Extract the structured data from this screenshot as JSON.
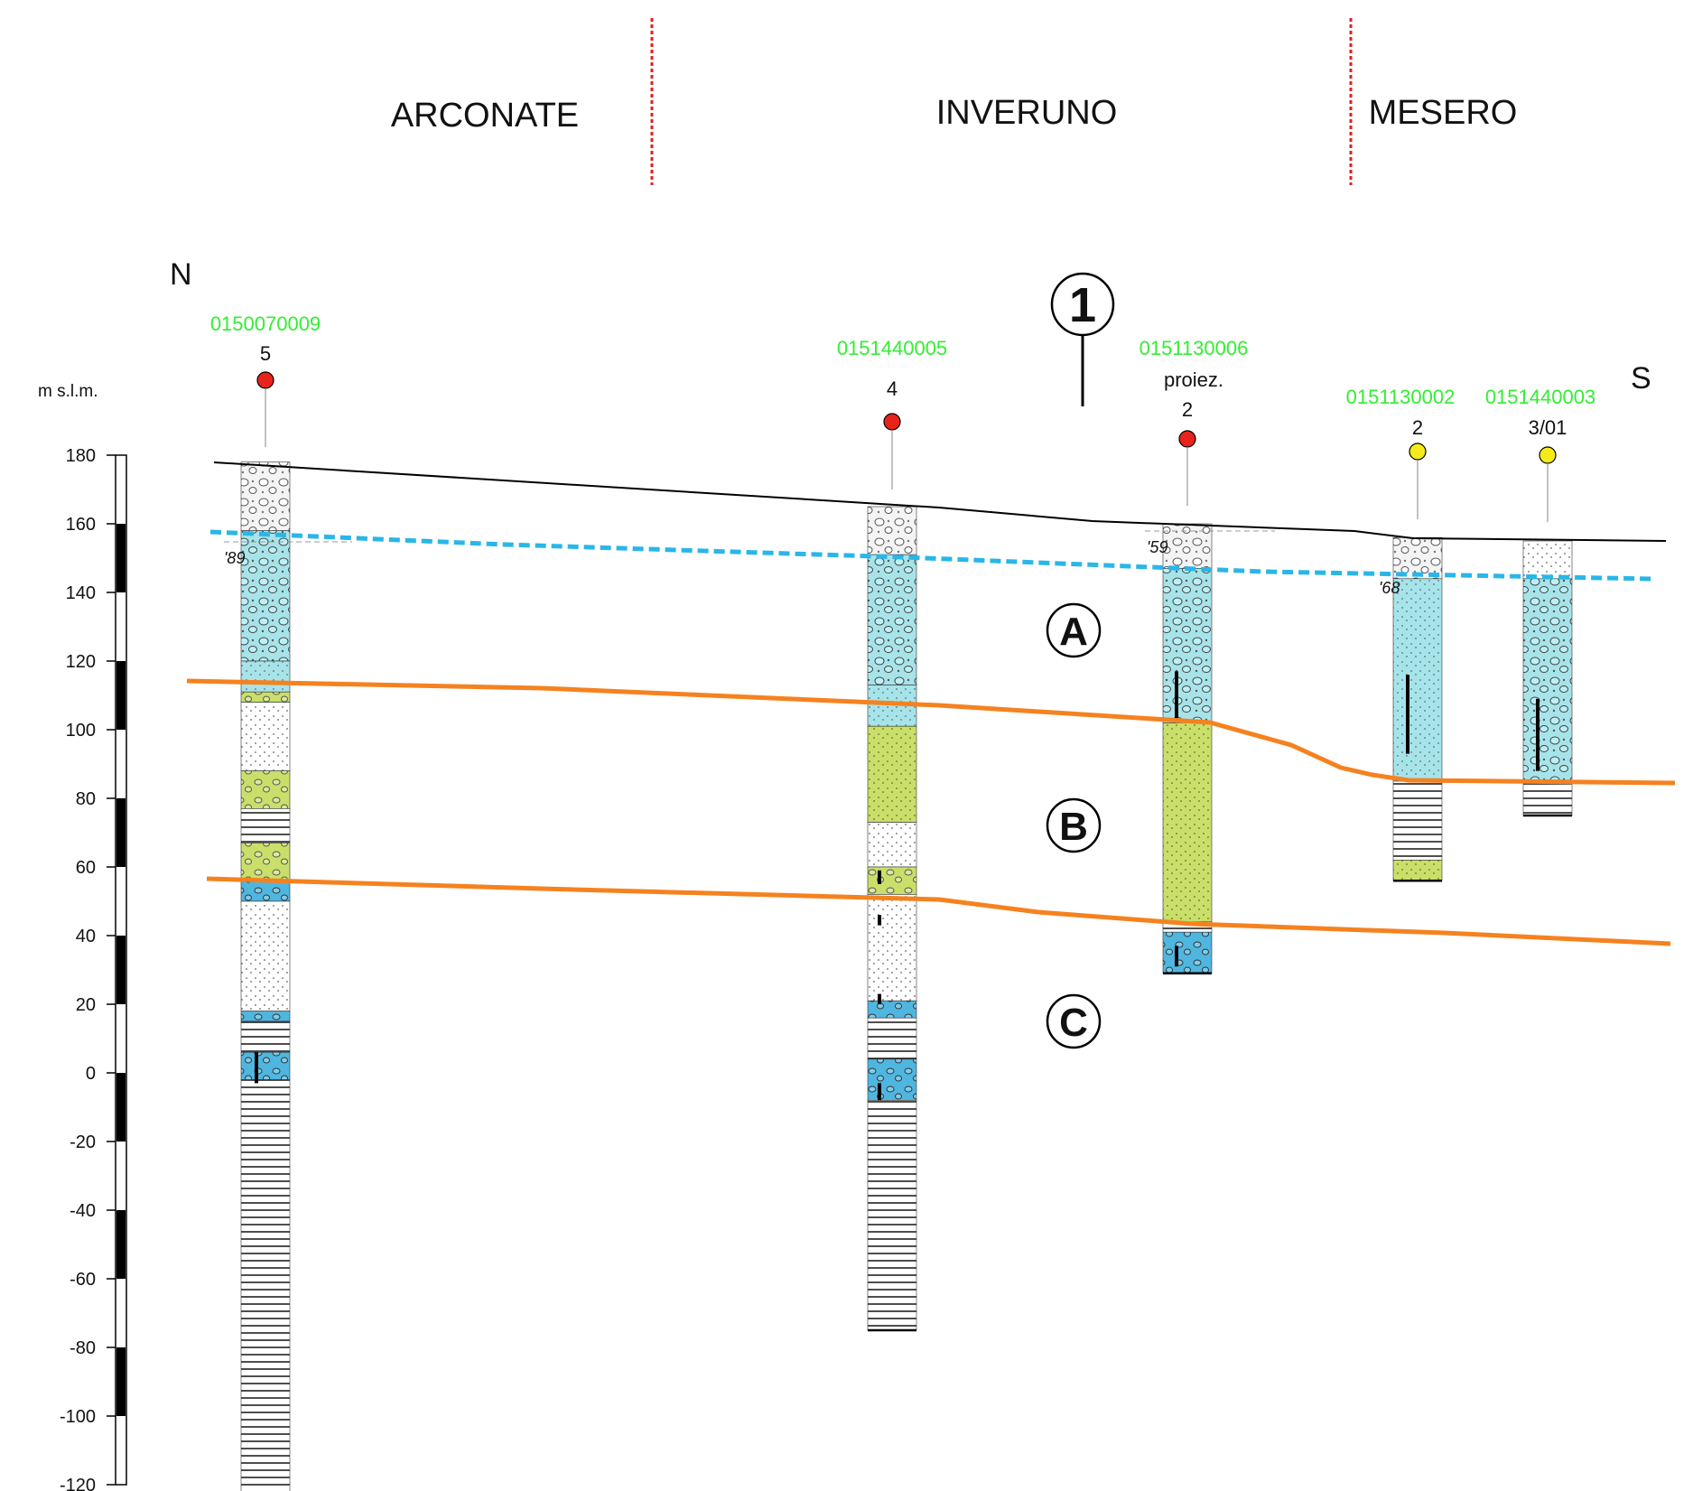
{
  "towns": [
    "ARCONATE",
    "INVERUNO",
    "MESERO"
  ],
  "direction": {
    "north": "N",
    "south": "S"
  },
  "section_number": "1",
  "axis": {
    "unit": "m s.l.m.",
    "ticks": [
      "180",
      "160",
      "140",
      "120",
      "100",
      "80",
      "60",
      "40",
      "20",
      "0",
      "-20",
      "-40",
      "-60",
      "-80",
      "-100",
      "-120"
    ]
  },
  "wells": [
    {
      "code": "0150070009",
      "num": "5",
      "marker": "#e8231c",
      "year": "'89"
    },
    {
      "code": "0151440005",
      "num": "4",
      "marker": "#e8231c",
      "year": ""
    },
    {
      "code": "0151130006",
      "num": "2",
      "note": "proiez.",
      "marker": "#e8231c",
      "year": "'59"
    },
    {
      "code": "0151130002",
      "num": "2",
      "marker": "#f7ea1b",
      "year": "'68"
    },
    {
      "code": "0151440003",
      "num": "3/01",
      "marker": "#f7ea1b",
      "year": ""
    }
  ],
  "zones": [
    "A",
    "B",
    "C"
  ],
  "colors": {
    "boundary": "#f5821f",
    "water_table": "#29b6e8",
    "gravel_light_blue": "#a6e4ea",
    "sand_green": "#c9df6a",
    "gravel_blue": "#4fb6e0",
    "town_divider": "#e02020"
  }
}
